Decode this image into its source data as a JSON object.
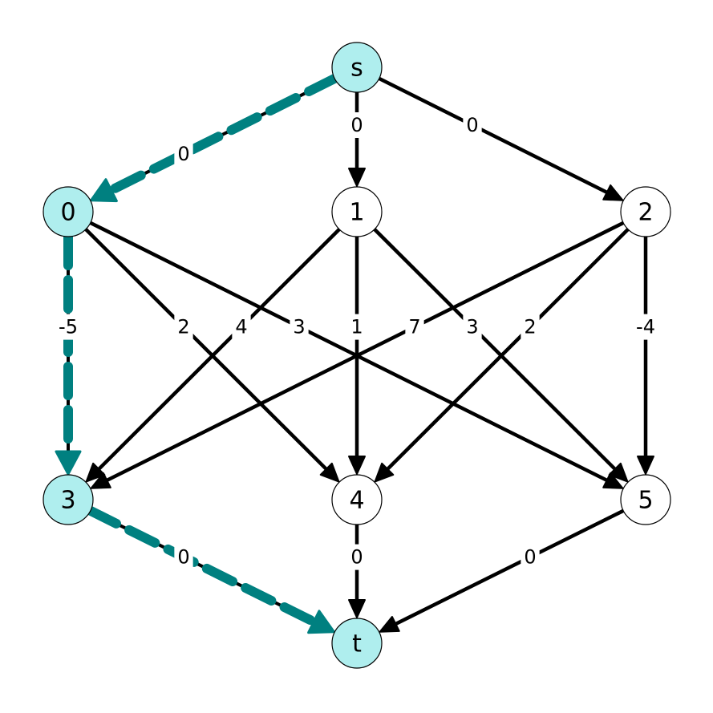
{
  "colors": {
    "edge": "#000000",
    "path_edge": "#008080",
    "highlight_fill": "#afeeee",
    "node_fill": "#ffffff",
    "node_stroke": "#000000",
    "text": "#000000"
  },
  "nodes": [
    {
      "id": "s",
      "label": "s",
      "highlighted": true
    },
    {
      "id": "0",
      "label": "0",
      "highlighted": true
    },
    {
      "id": "1",
      "label": "1",
      "highlighted": false
    },
    {
      "id": "2",
      "label": "2",
      "highlighted": false
    },
    {
      "id": "3",
      "label": "3",
      "highlighted": true
    },
    {
      "id": "4",
      "label": "4",
      "highlighted": false
    },
    {
      "id": "5",
      "label": "5",
      "highlighted": false
    },
    {
      "id": "t",
      "label": "t",
      "highlighted": true
    }
  ],
  "edges": [
    {
      "from": "s",
      "to": "0",
      "weight": "0",
      "on_path": true
    },
    {
      "from": "s",
      "to": "1",
      "weight": "0",
      "on_path": false
    },
    {
      "from": "s",
      "to": "2",
      "weight": "0",
      "on_path": false
    },
    {
      "from": "0",
      "to": "3",
      "weight": "-5",
      "on_path": true
    },
    {
      "from": "0",
      "to": "4",
      "weight": "2",
      "on_path": false
    },
    {
      "from": "0",
      "to": "5",
      "weight": "3",
      "on_path": false
    },
    {
      "from": "1",
      "to": "3",
      "weight": "4",
      "on_path": false
    },
    {
      "from": "1",
      "to": "4",
      "weight": "1",
      "on_path": false
    },
    {
      "from": "1",
      "to": "5",
      "weight": "3",
      "on_path": false
    },
    {
      "from": "2",
      "to": "3",
      "weight": "7",
      "on_path": false
    },
    {
      "from": "2",
      "to": "4",
      "weight": "2",
      "on_path": false
    },
    {
      "from": "2",
      "to": "5",
      "weight": "-4",
      "on_path": false
    },
    {
      "from": "3",
      "to": "t",
      "weight": "0",
      "on_path": true
    },
    {
      "from": "4",
      "to": "t",
      "weight": "0",
      "on_path": false
    },
    {
      "from": "5",
      "to": "t",
      "weight": "0",
      "on_path": false
    }
  ]
}
